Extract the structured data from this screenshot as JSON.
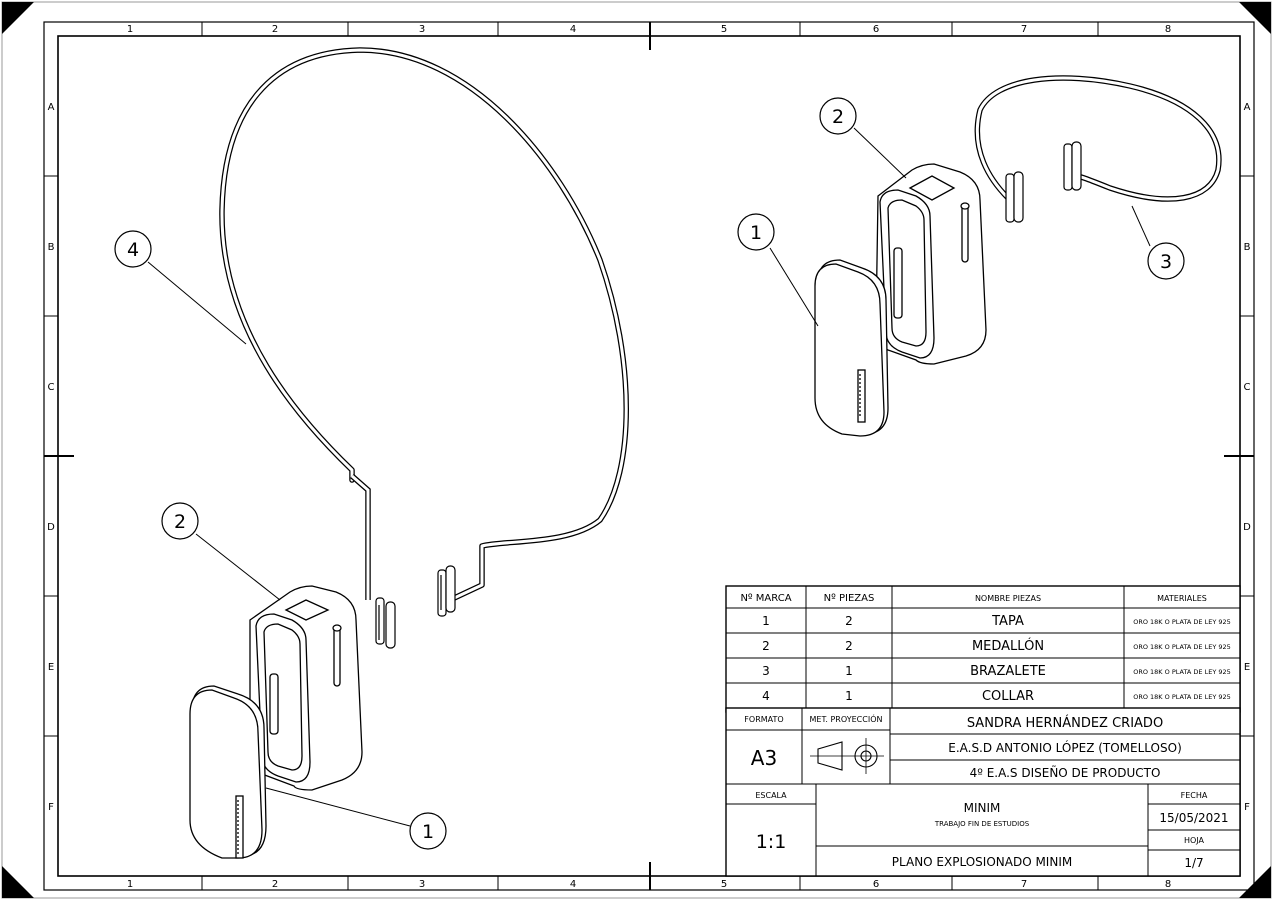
{
  "zones": {
    "columns": [
      "1",
      "2",
      "3",
      "4",
      "5",
      "6",
      "7",
      "8"
    ],
    "rows": [
      "A",
      "B",
      "C",
      "D",
      "E",
      "F"
    ]
  },
  "callouts": {
    "collar_view": [
      "4",
      "2",
      "1"
    ],
    "bracelet_view": [
      "2",
      "1",
      "3"
    ]
  },
  "bom": {
    "headers": {
      "mark": "Nº MARCA",
      "qty": "Nº PIEZAS",
      "name": "NOMBRE PIEZAS",
      "material": "MATERIALES"
    },
    "rows": [
      {
        "mark": "1",
        "qty": "2",
        "name": "TAPA",
        "material": "ORO 18K O PLATA DE LEY 925"
      },
      {
        "mark": "2",
        "qty": "2",
        "name": "MEDALLÓN",
        "material": "ORO 18K O PLATA DE LEY 925"
      },
      {
        "mark": "3",
        "qty": "1",
        "name": "BRAZALETE",
        "material": "ORO 18K O PLATA DE LEY 925"
      },
      {
        "mark": "4",
        "qty": "1",
        "name": "COLLAR",
        "material": "ORO 18K O PLATA DE LEY 925"
      }
    ]
  },
  "title_block": {
    "format_label": "FORMATO",
    "format_value": "A3",
    "projection_label": "MET. PROYECCIÓN",
    "author": "SANDRA HERNÁNDEZ CRIADO",
    "school": "E.A.S.D ANTONIO LÓPEZ (TOMELLOSO)",
    "course": "4º E.A.S DISEÑO DE PRODUCTO",
    "scale_label": "ESCALA",
    "scale_value": "1:1",
    "project_title": "MINIM",
    "project_subtitle": "TRABAJO FIN DE ESTUDIOS",
    "drawing_title": "PLANO EXPLOSIONADO MINIM",
    "date_label": "FECHA",
    "date_value": "15/05/2021",
    "sheet_label": "HOJA",
    "sheet_value": "1/7"
  }
}
